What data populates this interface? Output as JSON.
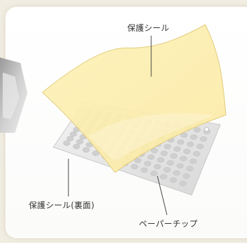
{
  "labels": {
    "top_seal": "保護シール",
    "back_seal": "保護シール(裏面)",
    "paper_chip": "ペーパーチップ"
  },
  "colors": {
    "page_bg": "#f1ede2",
    "seal_yellow": "#fdf0ad",
    "seal_edge": "#e3cf7e",
    "chip_sheet": "#e7e7e7",
    "chip_dot": "#cfcfcf",
    "leader_line": "#444444"
  },
  "chip_grid": {
    "rows": 8,
    "cols": 13
  }
}
